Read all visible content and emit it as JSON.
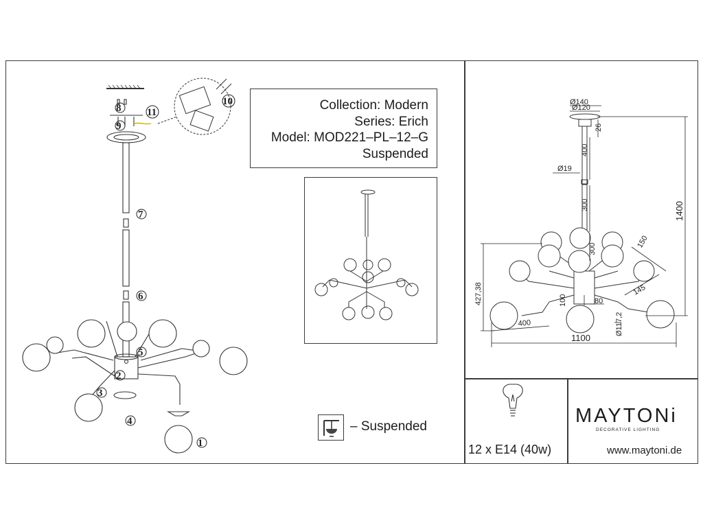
{
  "info": {
    "collection": "Collection: Modern",
    "series": "Series: Erich",
    "model": "Model: MOD221–PL–12–G",
    "type": "Suspended"
  },
  "legend": {
    "label": "– Suspended",
    "icon": "suspended-icon"
  },
  "lamp": {
    "spec": "12 x E14 (40w)",
    "icon": "bulb-icon"
  },
  "brand": {
    "name": "MAYTONi",
    "tagline": "DECORATIVE LIGHTING",
    "website": "www.maytoni.de"
  },
  "assembly_steps": [
    "1",
    "2",
    "3",
    "4",
    "5",
    "6",
    "7",
    "8",
    "9",
    "10",
    "11"
  ],
  "dimensions": {
    "canopy_outer": "Ø140",
    "canopy_inner": "Ø120",
    "canopy_height": "26",
    "rod_upper": "400",
    "rod_diameter": "Ø19",
    "rod_lower": "300",
    "total_height": "1400",
    "arm_height": "300",
    "body_height": "427,38",
    "diagonal_150": "150",
    "diagonal_145": "145",
    "body_100": "100",
    "body_80": "80",
    "arm_400": "400",
    "globe_diameter": "Ø117,2",
    "total_width": "1100"
  }
}
